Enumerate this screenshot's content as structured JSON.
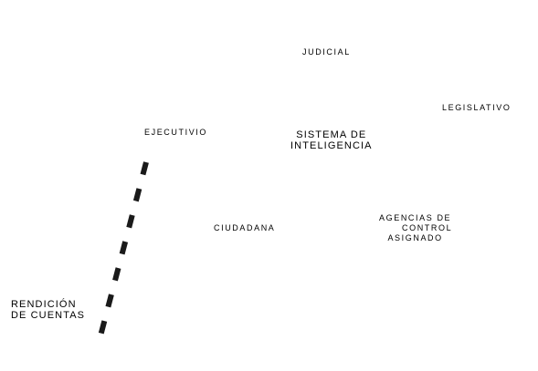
{
  "diagram": {
    "labels": {
      "judicial": "JUDICIAL",
      "legislativo": "LEGISLATIVO",
      "ejecutivo": "EJECUTIVIO",
      "sistema_line1": "SISTEMA DE",
      "sistema_line2": "INTELIGENCIA",
      "ciudadana": "CIUDADANA",
      "agencias_line1": "AGENCIAS DE",
      "agencias_line2": "CONTROL",
      "agencias_line3": "ASIGNADO",
      "rendicion_line1": "RENDICIÓN",
      "rendicion_line2": "DE CUENTAS"
    },
    "colors": {
      "background": "#ffffff",
      "text": "#000000",
      "dashed_line": "#1a1a1a"
    }
  }
}
